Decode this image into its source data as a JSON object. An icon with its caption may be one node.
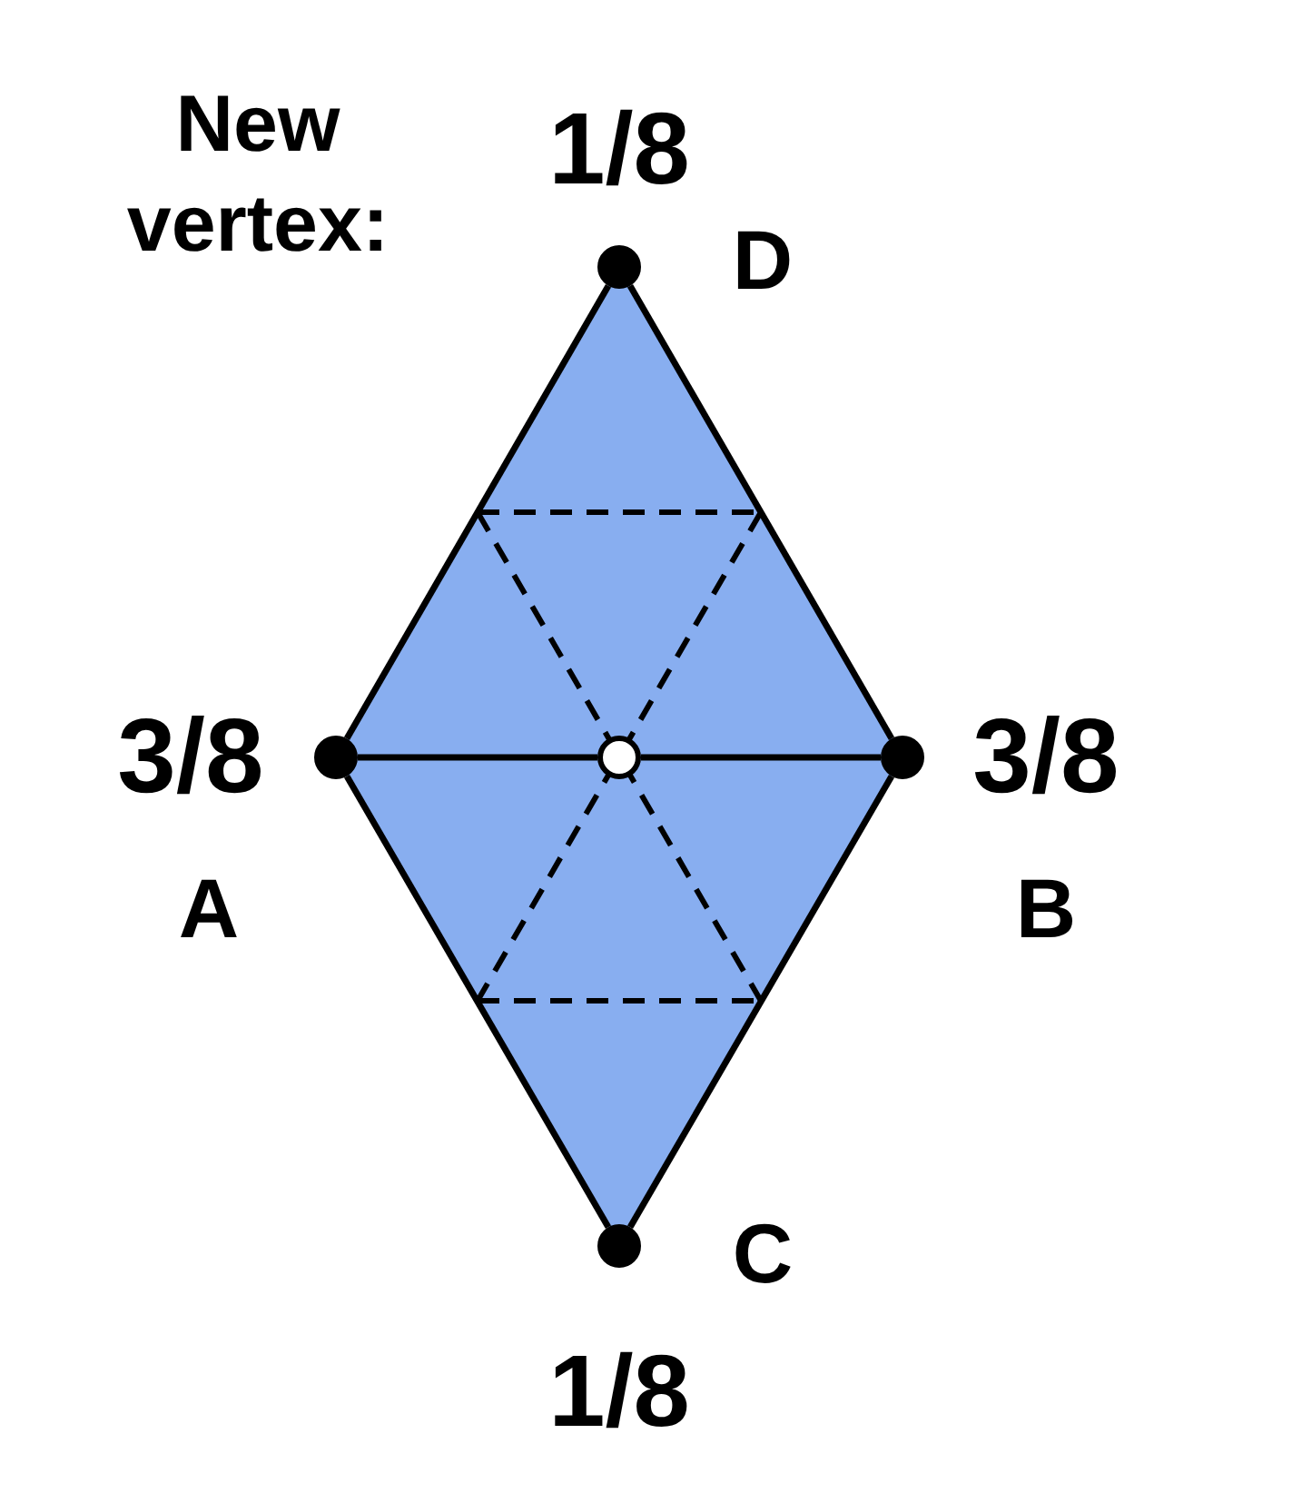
{
  "diagram": {
    "nodes": [
      {
        "text": [],
        "shape": "circle",
        "beside": [
          "1/8",
          "D"
        ]
      },
      {
        "text": [],
        "shape": "circle",
        "beside": [
          "3/8",
          "A"
        ]
      },
      {
        "text": [],
        "shape": "circle"
      },
      {
        "text": [],
        "shape": "circle",
        "beside": [
          "3/8",
          "B"
        ]
      },
      {
        "text": [],
        "shape": "circle",
        "beside": [
          "C",
          "1/8"
        ]
      }
    ],
    "edges": [
      {
        "from": 0,
        "to": 1,
        "arrow": "none"
      },
      {
        "from": 0,
        "to": 3,
        "arrow": "none"
      },
      {
        "from": 1,
        "to": 2,
        "arrow": "none"
      },
      {
        "from": 2,
        "to": 3,
        "arrow": "none"
      },
      {
        "from": 1,
        "to": 4,
        "arrow": "none"
      },
      {
        "from": 3,
        "to": 4,
        "arrow": "none"
      }
    ],
    "labels": [
      "New vertex:"
    ]
  }
}
